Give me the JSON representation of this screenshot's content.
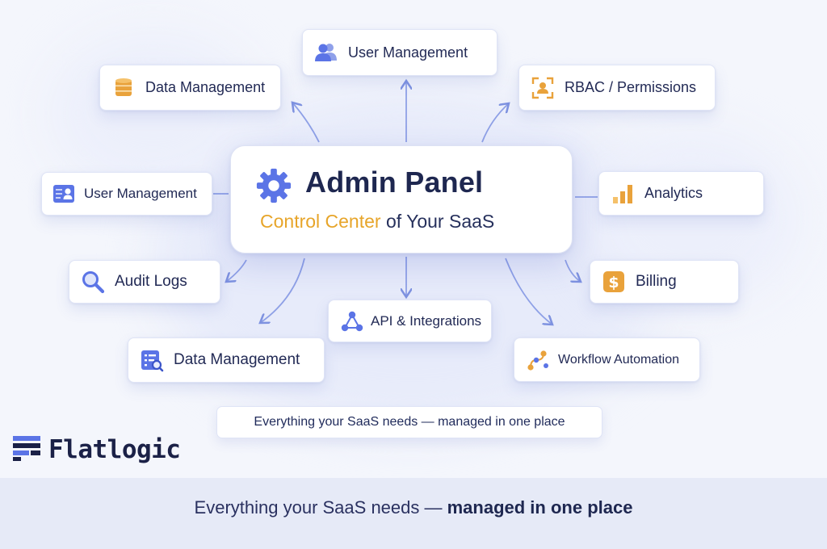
{
  "diagram": {
    "center": {
      "title": "Admin Panel",
      "subtitle_accent": "Control Center",
      "subtitle_rest": " of Your SaaS",
      "icon": "gear-icon"
    },
    "nodes": [
      {
        "id": "user-management-top",
        "label": "User Management",
        "icon": "users-icon"
      },
      {
        "id": "data-management-top",
        "label": "Data Management",
        "icon": "database-icon"
      },
      {
        "id": "rbac-permissions",
        "label": "RBAC / Permissions",
        "icon": "user-scan-icon"
      },
      {
        "id": "user-management-left",
        "label": "User Management",
        "icon": "user-card-icon"
      },
      {
        "id": "analytics",
        "label": "Analytics",
        "icon": "bar-chart-icon"
      },
      {
        "id": "audit-logs",
        "label": "Audit Logs",
        "icon": "magnifier-icon"
      },
      {
        "id": "billing",
        "label": "Billing",
        "icon": "dollar-icon"
      },
      {
        "id": "api-integrations",
        "label": "API & Integrations",
        "icon": "network-icon"
      },
      {
        "id": "data-management-bottom",
        "label": "Data Management",
        "icon": "list-search-icon"
      },
      {
        "id": "workflow-automation",
        "label": "Workflow Automation",
        "icon": "workflow-icon"
      }
    ],
    "tagline": "Everything your SaaS needs — managed in one place"
  },
  "brand": {
    "name": "Flatlogic",
    "icon": "flatlogic-logo-icon"
  },
  "footer": {
    "text_start": "Everything your SaaS needs — ",
    "text_bold": "managed in one place"
  },
  "colors": {
    "accent_blue": "#5b74e6",
    "accent_orange": "#e9a23b",
    "dark_navy": "#1e2750",
    "background": "#f4f6fc",
    "footer_background": "#e6eaf7"
  }
}
